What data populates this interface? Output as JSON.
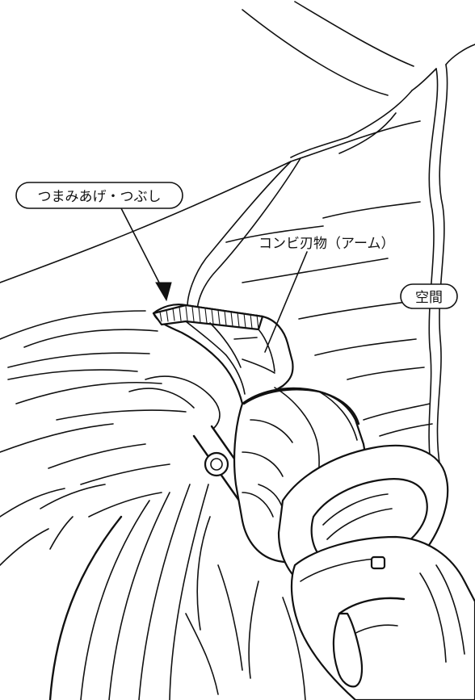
{
  "labels": {
    "pinch_crush": "つまみあげ・つぶし",
    "combi_blade": "コンビ刃物（アーム）",
    "space": "空間"
  }
}
